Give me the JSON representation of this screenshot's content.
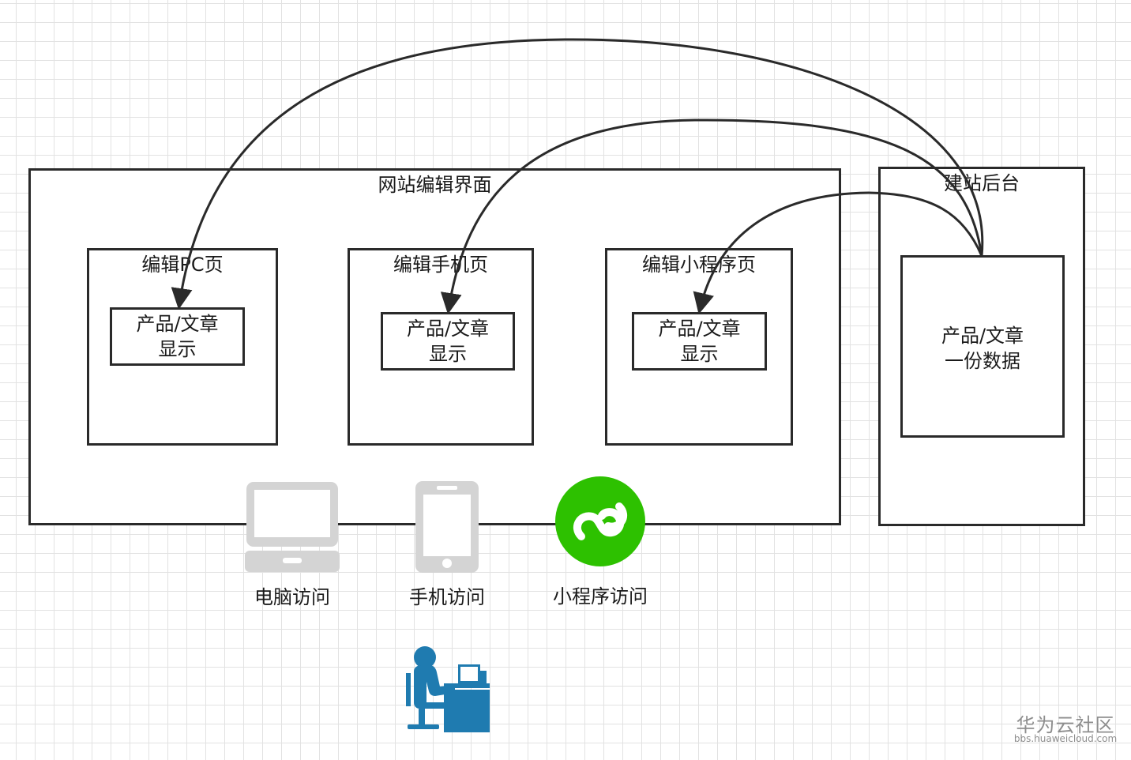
{
  "editor": {
    "title": "网站编辑界面"
  },
  "pages": [
    {
      "title": "编辑PC页",
      "content": "产品/文章\n显示"
    },
    {
      "title": "编辑手机页",
      "content": "产品/文章\n显示"
    },
    {
      "title": "编辑小程序页",
      "content": "产品/文章\n显示"
    }
  ],
  "backend": {
    "title": "建站后台",
    "data": "产品/文章\n一份数据"
  },
  "access": [
    {
      "label": "电脑访问",
      "icon": "laptop-icon"
    },
    {
      "label": "手机访问",
      "icon": "phone-icon"
    },
    {
      "label": "小程序访问",
      "icon": "miniprogram-icon"
    }
  ],
  "admin_icon": "admin-at-desk-icon",
  "colors": {
    "miniprogram": "#2dc100",
    "admin": "#1f7bb0",
    "device": "#d4d4d4"
  },
  "watermark": {
    "title": "华为云社区",
    "url": "bbs.huaweicloud.com"
  }
}
